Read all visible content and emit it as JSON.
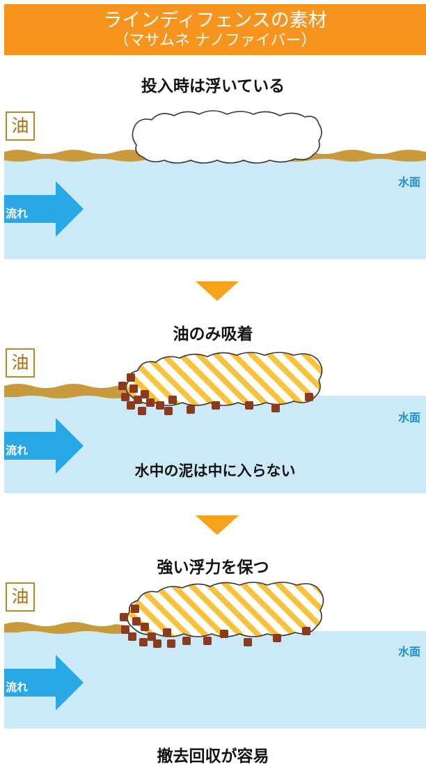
{
  "header": {
    "title": "ラインディフェンスの素材",
    "subtitle": "（マサムネ ナノファイバー）"
  },
  "colors": {
    "accent": "#f7941d",
    "water": "#cbe9f7",
    "oil": "#c99a3c",
    "mud": "#8b3a1e",
    "stripe": "#f9c23c",
    "arrow": "#2aa7e6"
  },
  "stages": [
    {
      "caption": "投入時は浮いている",
      "oil_label": "油",
      "water_label": "水面",
      "flow_label": "流れ"
    },
    {
      "caption": "油のみ吸着",
      "oil_label": "油",
      "water_label": "水面",
      "flow_label": "流れ",
      "note": "水中の泥は中に入らない"
    },
    {
      "caption": "強い浮力を保つ",
      "oil_label": "油",
      "water_label": "水面",
      "flow_label": "流れ"
    }
  ],
  "footer": {
    "caption": "撤去回収が容易"
  }
}
